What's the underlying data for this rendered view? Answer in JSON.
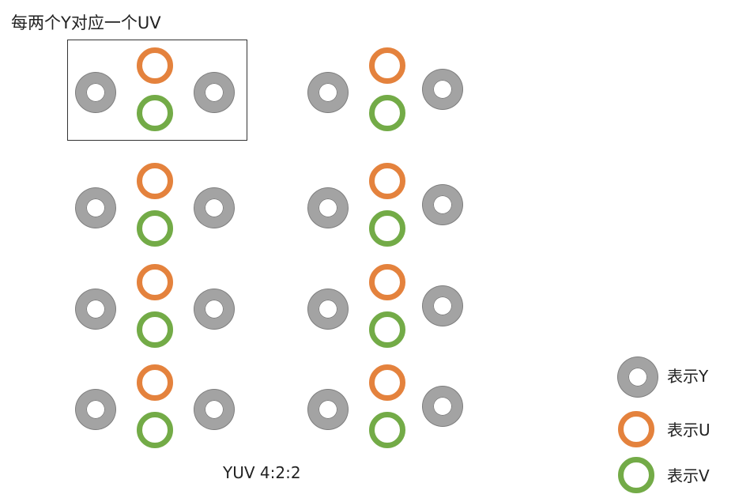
{
  "title": "每两个Y对应一个UV",
  "caption": "YUV 4:2:2",
  "colors": {
    "y": "#a3a3a3",
    "y_outline": "#7d7d7d",
    "u": "#e4823d",
    "v": "#73ab47"
  },
  "groups": [
    [
      {
        "group": 0,
        "kind": "y",
        "name": "pixel-group-1-y-left"
      },
      {
        "group": 0,
        "kind": "u",
        "name": "pixel-group-1-u"
      },
      {
        "group": 0,
        "kind": "v",
        "name": "pixel-group-1-v"
      },
      {
        "group": 0,
        "kind": "y",
        "name": "pixel-group-1-y-right"
      }
    ],
    [
      {
        "group": 1,
        "kind": "y",
        "name": "pixel-group-2-y-left"
      },
      {
        "group": 1,
        "kind": "u",
        "name": "pixel-group-2-u"
      },
      {
        "group": 1,
        "kind": "v",
        "name": "pixel-group-2-v"
      },
      {
        "group": 1,
        "kind": "y",
        "name": "pixel-group-2-y-right"
      }
    ]
  ],
  "legend": [
    {
      "kind": "y",
      "label": "表示Y"
    },
    {
      "kind": "u",
      "label": "表示U"
    },
    {
      "kind": "v",
      "label": "表示V"
    }
  ]
}
